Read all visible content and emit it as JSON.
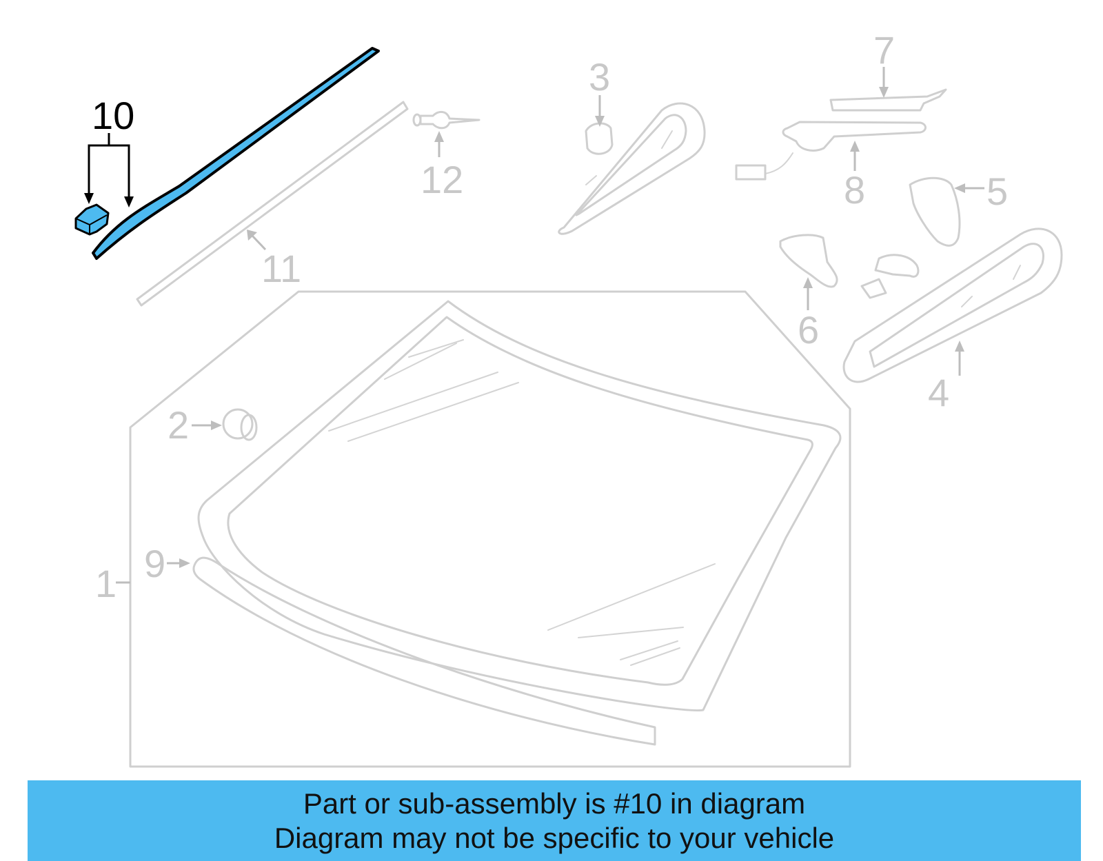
{
  "callouts": {
    "c1": "1",
    "c2": "2",
    "c3": "3",
    "c4": "4",
    "c5": "5",
    "c6": "6",
    "c7": "7",
    "c8": "8",
    "c9": "9",
    "c10": "10",
    "c11": "11",
    "c12": "12"
  },
  "highlight": {
    "part_number": "10",
    "color": "#4dbaf0"
  },
  "banner": {
    "line1": "Part or sub-assembly is #10 in diagram",
    "line2": "Diagram may not be specific to your vehicle",
    "background": "#4dbaf0"
  }
}
